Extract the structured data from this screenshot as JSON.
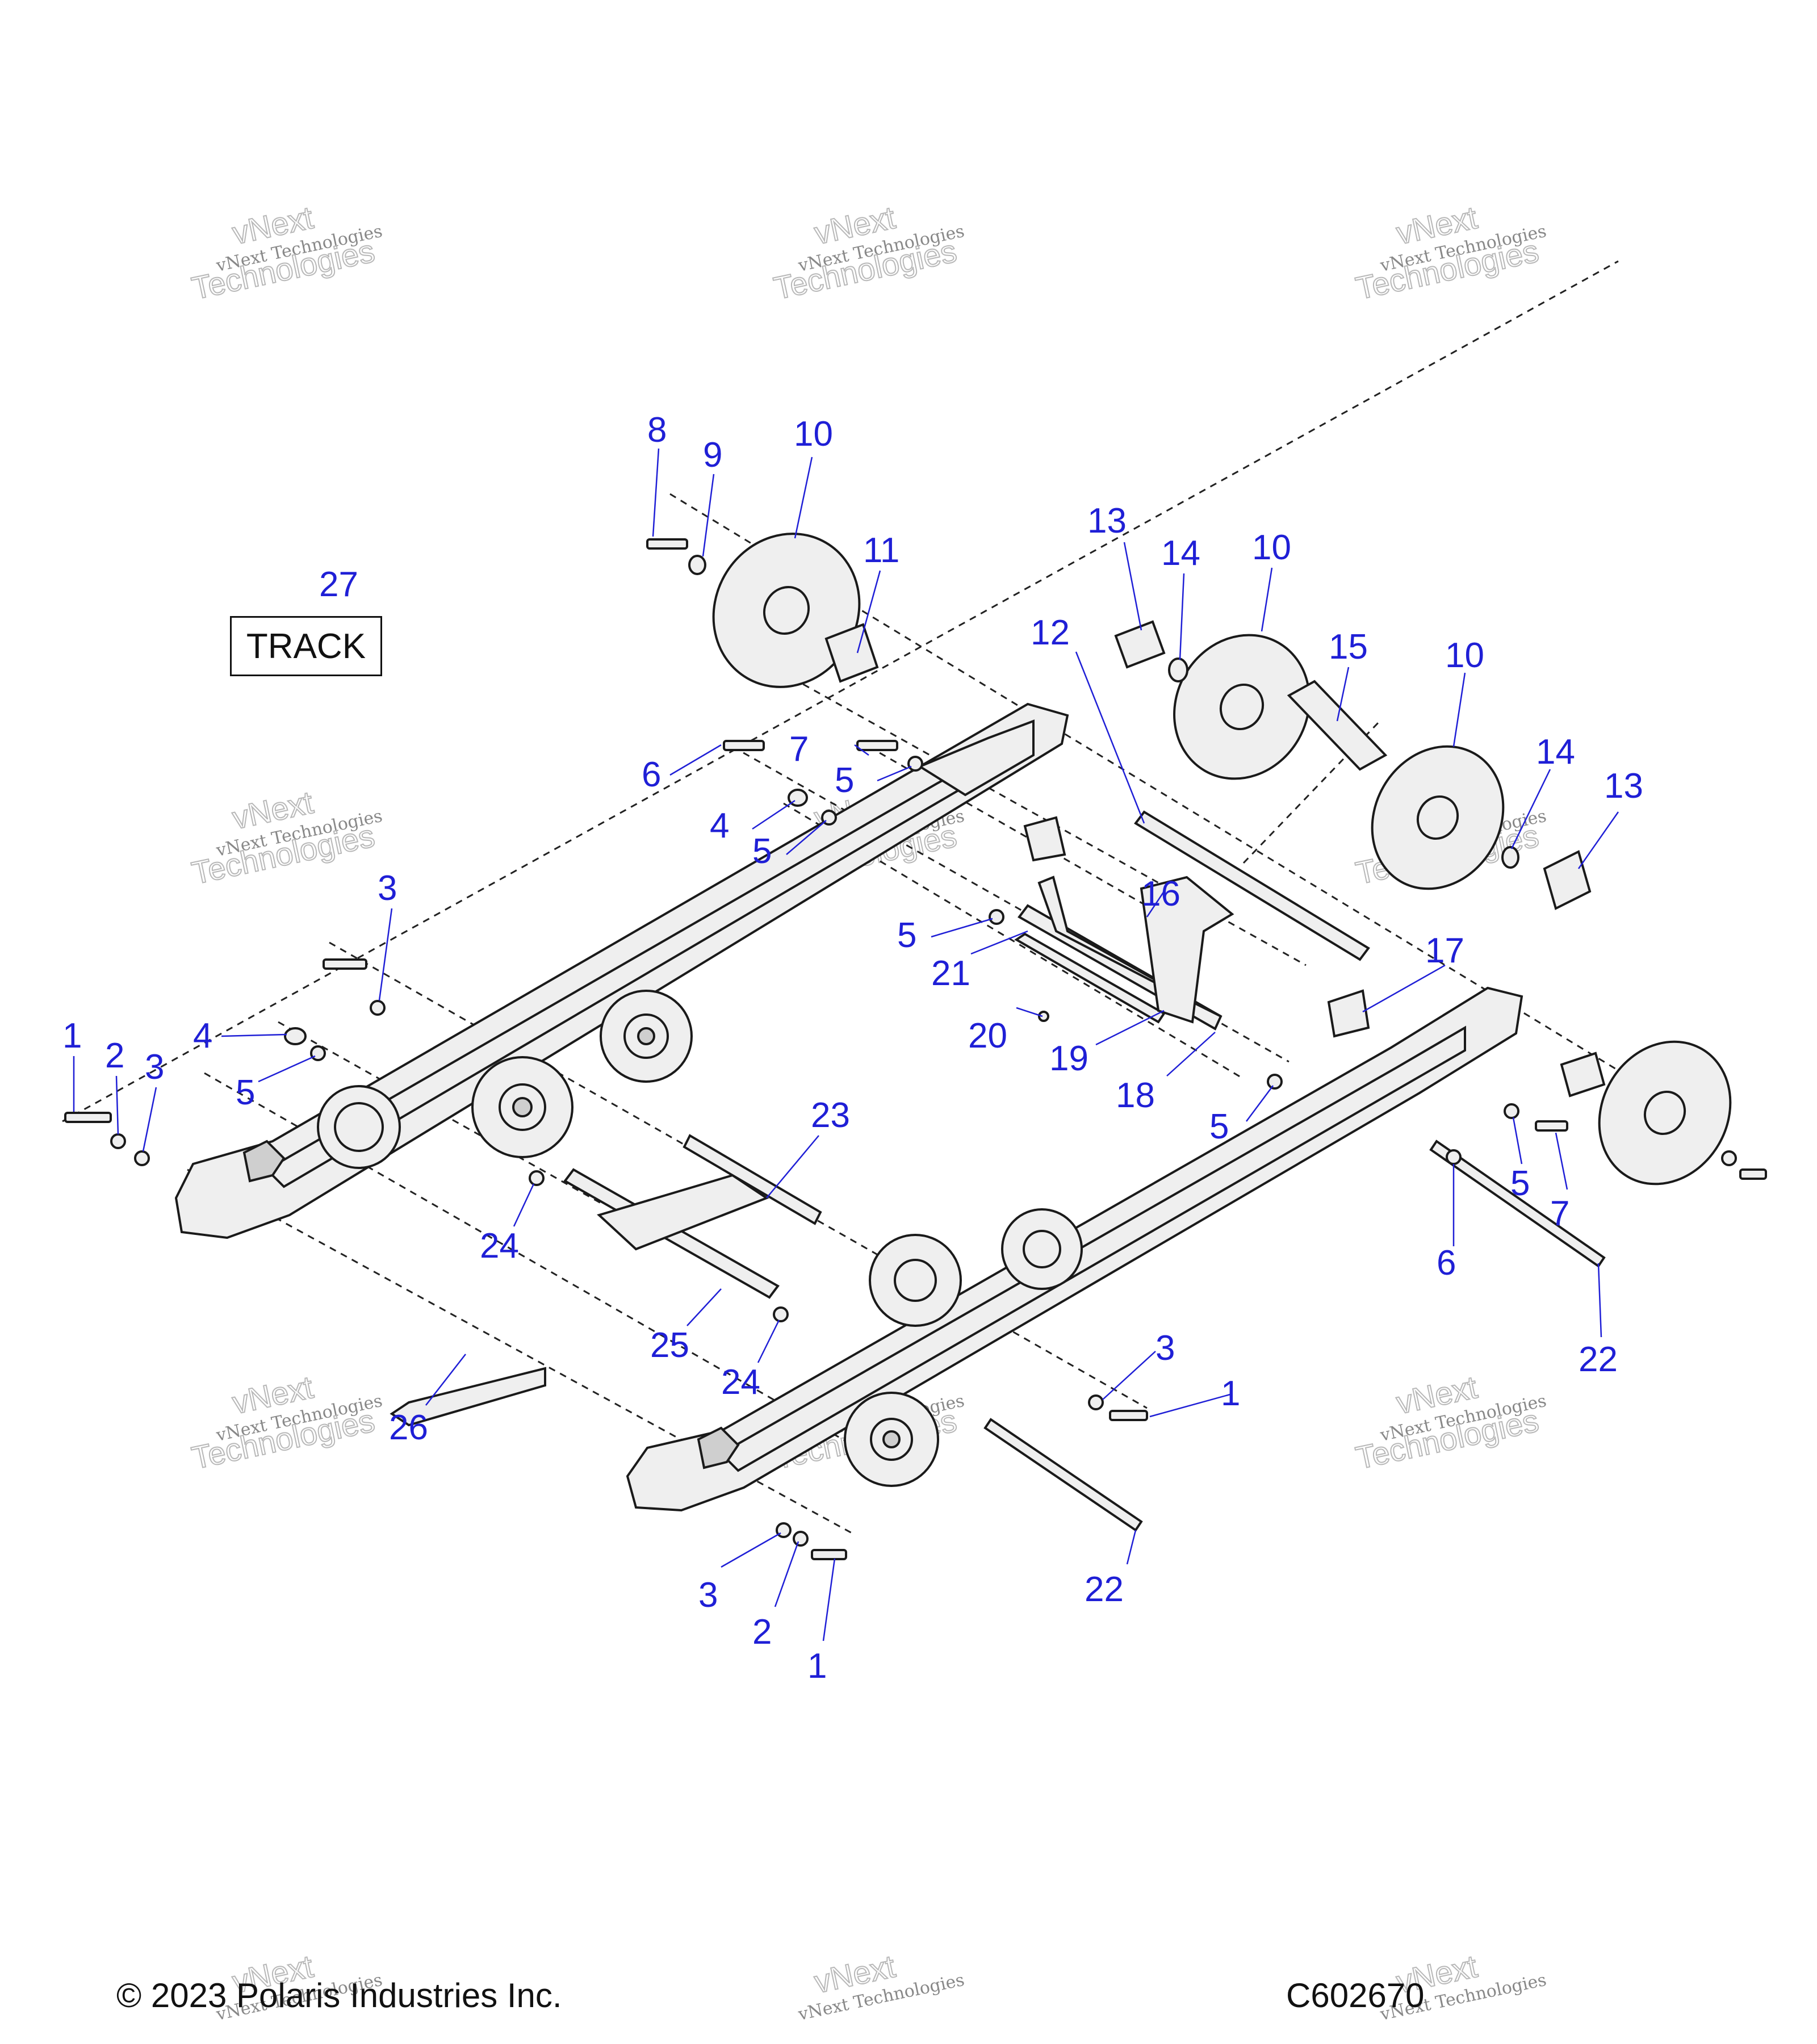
{
  "watermark": {
    "line1": "vNext",
    "line2": "vNext Technologies",
    "line3": "Technologies"
  },
  "track_label": "TRACK",
  "callouts": {
    "c1a": "1",
    "c2a": "2",
    "c3a": "3",
    "c4a": "4",
    "c5a": "5",
    "c3b": "3",
    "c4b": "4",
    "c5b": "5",
    "c6a": "6",
    "c7a": "7",
    "c5c": "5",
    "c8": "8",
    "c9": "9",
    "c10a": "10",
    "c11": "11",
    "c12": "12",
    "c13a": "13",
    "c14a": "14",
    "c10b": "10",
    "c15": "15",
    "c10c": "10",
    "c14b": "14",
    "c13b": "13",
    "c16": "16",
    "c5d": "5",
    "c21": "21",
    "c20": "20",
    "c17": "17",
    "c19": "19",
    "c18": "18",
    "c5e": "5",
    "c5f": "5",
    "c7b": "7",
    "c6b": "6",
    "c22a": "22",
    "c23": "23",
    "c24a": "24",
    "c25": "25",
    "c24b": "24",
    "c3c": "3",
    "c1b": "1",
    "c26": "26",
    "c3d": "3",
    "c2b": "2",
    "c1c": "1",
    "c22b": "22",
    "c27": "27"
  },
  "footer": {
    "copyright": "© 2023 Polaris Industries Inc.",
    "code": "C602670"
  }
}
